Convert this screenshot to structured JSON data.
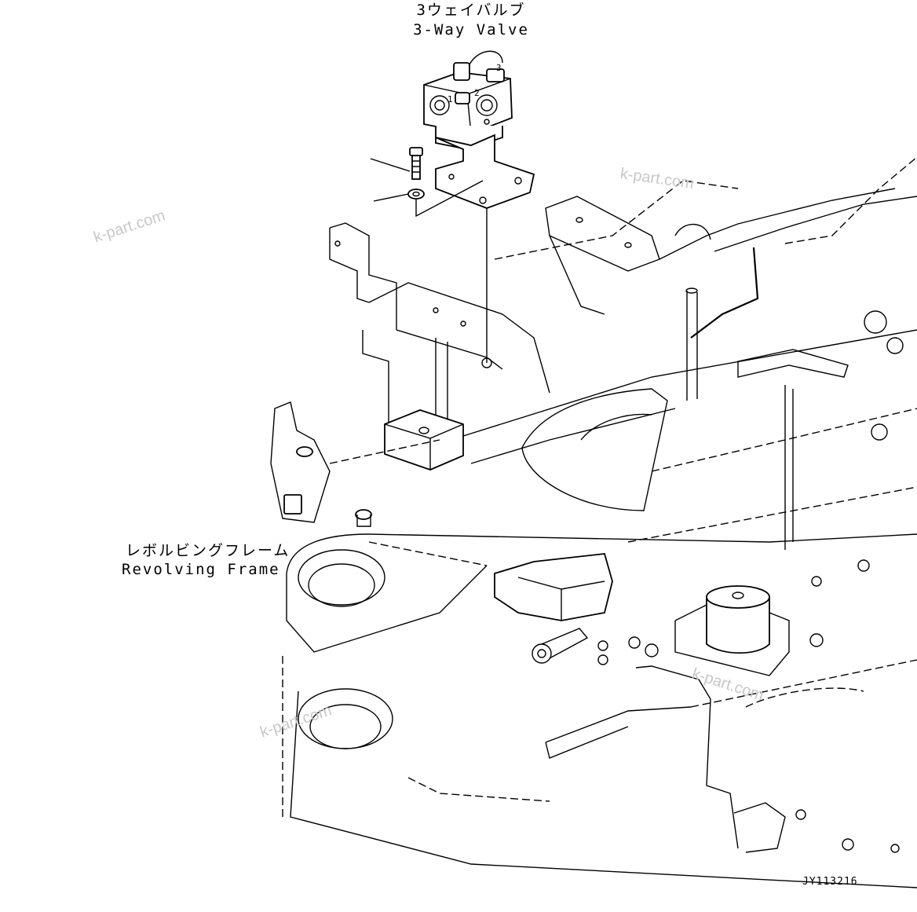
{
  "labels": {
    "valve_jp": "3ウェイバルブ",
    "valve_en": "3-Way Valve",
    "frame_jp": "レボルビングフレーム",
    "frame_en": "Revolving Frame"
  },
  "watermarks": [
    "k-part.com",
    "k-part.com",
    "k-part.com",
    "k-part.com"
  ],
  "drawing_code": "JY113216",
  "valve_port_numbers": [
    "1",
    "2",
    "3"
  ]
}
